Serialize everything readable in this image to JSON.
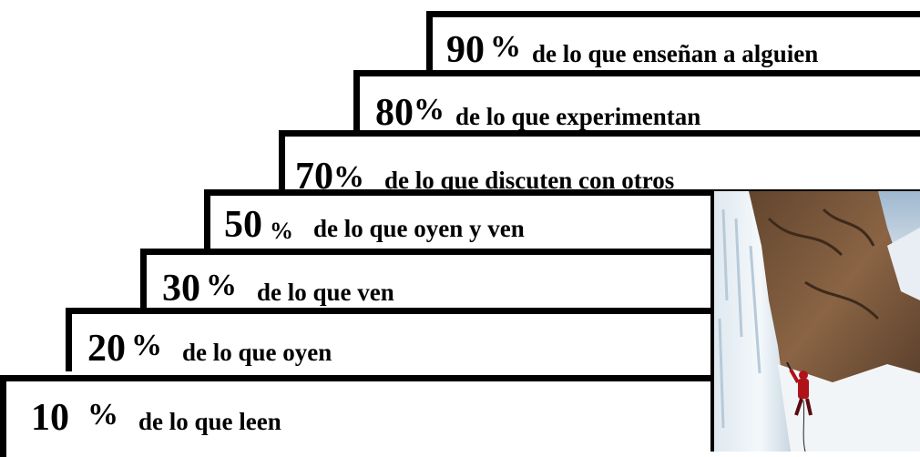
{
  "steps": [
    {
      "id": "90",
      "percent": "90",
      "symbol": "%",
      "text": "de lo que enseñan a alguien"
    },
    {
      "id": "80",
      "percent": "80",
      "symbol": "%",
      "text": "de lo que experimentan"
    },
    {
      "id": "70",
      "percent": "70",
      "symbol": "%",
      "text": "de lo que discuten con otros"
    },
    {
      "id": "50",
      "percent": "50",
      "symbol": "%",
      "text": "de lo que oyen y ven"
    },
    {
      "id": "30",
      "percent": "30",
      "symbol": "%",
      "text": "de lo que ven"
    },
    {
      "id": "20",
      "percent": "20",
      "symbol": "%",
      "text": "de lo que oyen"
    },
    {
      "id": "10",
      "percent": "10",
      "symbol": "%",
      "text": "de lo que leen"
    }
  ],
  "photo": {
    "subject": "ice-climber-on-frozen-waterfall"
  },
  "colors": {
    "border": "#000000",
    "background": "#ffffff",
    "climber": "#b0121a"
  }
}
